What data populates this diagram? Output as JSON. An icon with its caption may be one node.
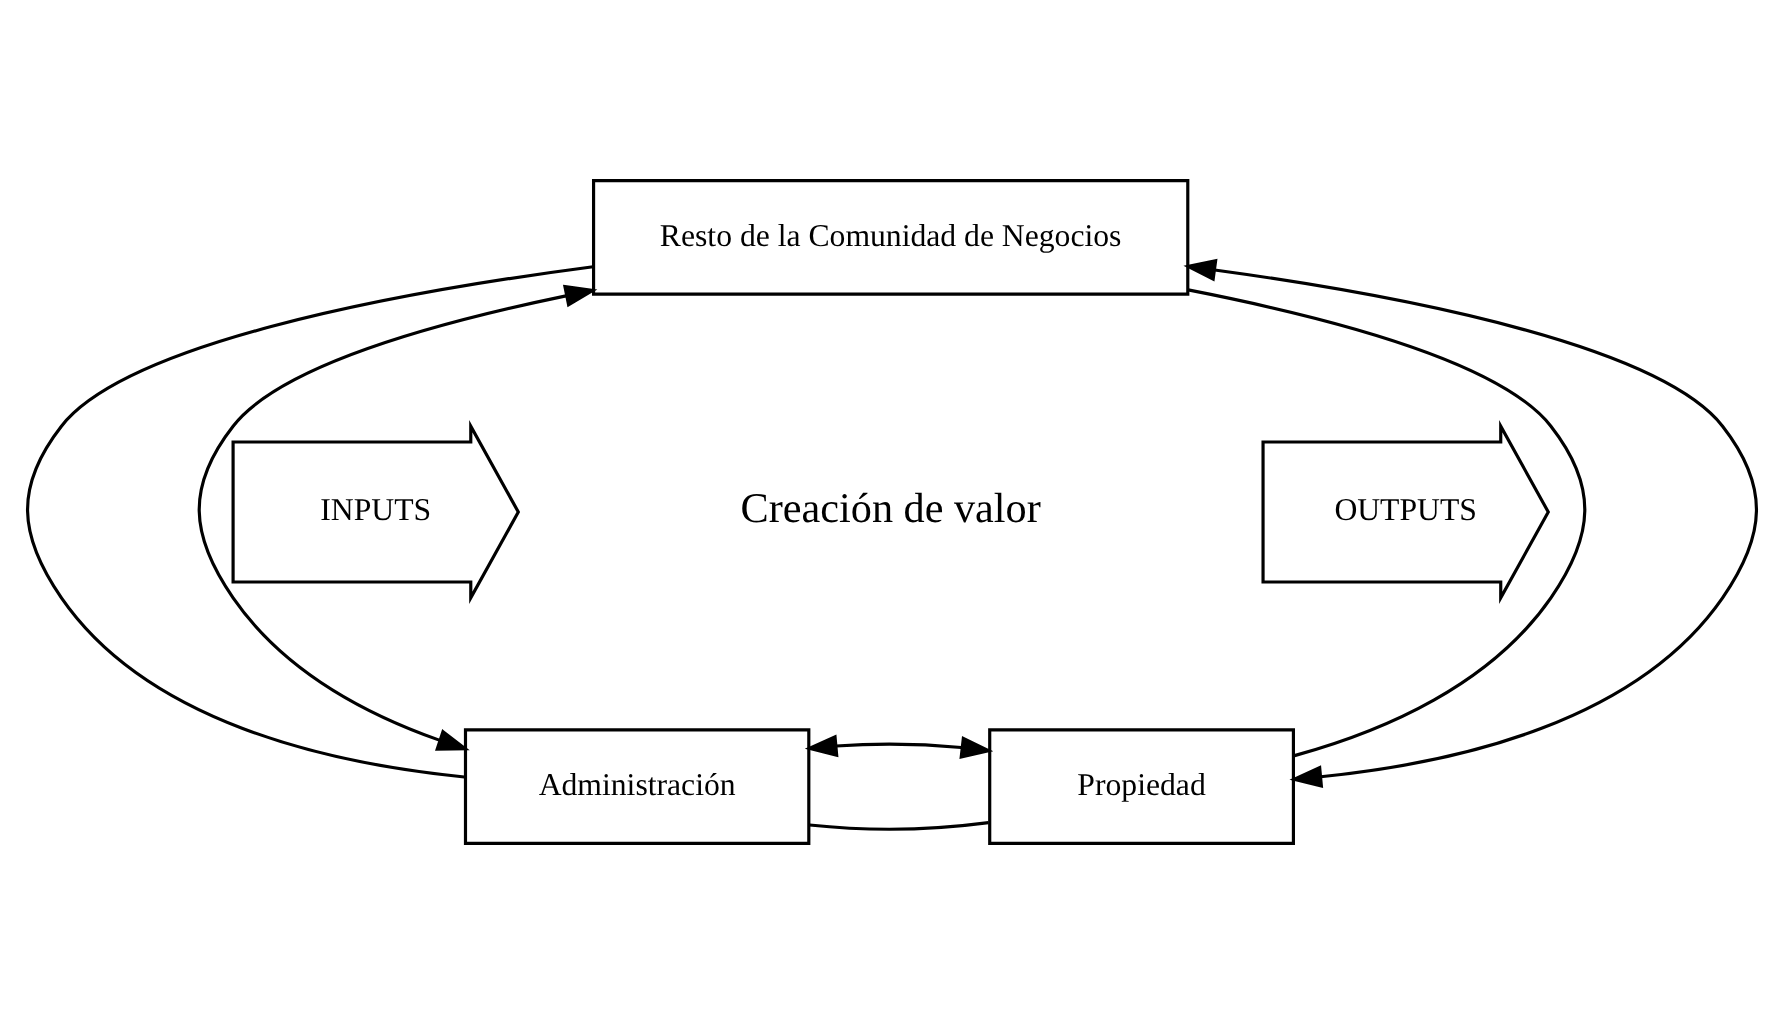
{
  "diagram": {
    "nodes": [
      {
        "text": [
          "Resto de la Comunidad de Negocios"
        ]
      },
      {
        "text": [
          "INPUTS"
        ]
      },
      {
        "text": [
          "OUTPUTS"
        ]
      },
      {
        "text": [
          "Administración"
        ]
      },
      {
        "text": [
          "Propiedad"
        ]
      }
    ],
    "edges": [
      {
        "from": 0,
        "to": 3,
        "arrow": "none"
      },
      {
        "from": 0,
        "to": 4,
        "arrow": "none"
      },
      {
        "from": 3,
        "to": 4,
        "arrow": "none"
      },
      {
        "from": 0,
        "to": 3,
        "arrow": "both"
      },
      {
        "from": 0,
        "to": 4,
        "arrow": "both"
      },
      {
        "from": 3,
        "to": 4,
        "arrow": "both"
      }
    ],
    "labels": [
      "Creación de valor"
    ]
  }
}
